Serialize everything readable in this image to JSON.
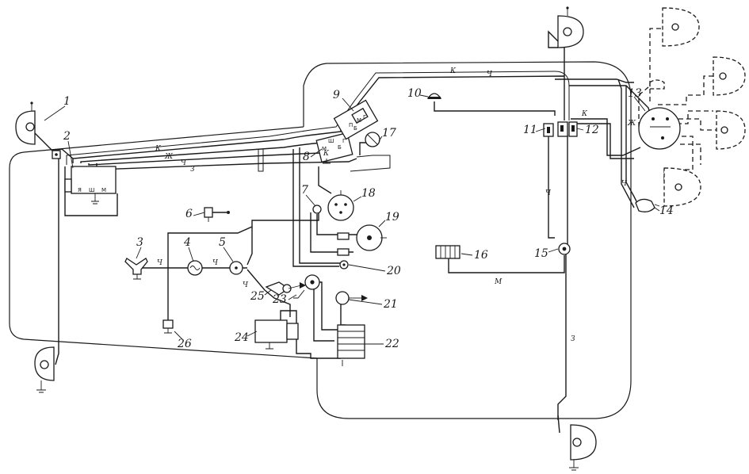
{
  "diagram": {
    "components": [
      {
        "id": "1",
        "label": "1"
      },
      {
        "id": "2",
        "label": "2"
      },
      {
        "id": "3",
        "label": "3"
      },
      {
        "id": "4",
        "label": "4"
      },
      {
        "id": "5",
        "label": "5"
      },
      {
        "id": "6",
        "label": "6"
      },
      {
        "id": "7",
        "label": "7"
      },
      {
        "id": "8",
        "label": "8"
      },
      {
        "id": "9",
        "label": "9"
      },
      {
        "id": "10",
        "label": "10"
      },
      {
        "id": "11",
        "label": "11"
      },
      {
        "id": "12",
        "label": "12"
      },
      {
        "id": "13",
        "label": "13"
      },
      {
        "id": "14",
        "label": "14"
      },
      {
        "id": "15",
        "label": "15"
      },
      {
        "id": "16",
        "label": "16"
      },
      {
        "id": "17",
        "label": "17"
      },
      {
        "id": "18",
        "label": "18"
      },
      {
        "id": "19",
        "label": "19"
      },
      {
        "id": "20",
        "label": "20"
      },
      {
        "id": "21",
        "label": "21"
      },
      {
        "id": "22",
        "label": "22"
      },
      {
        "id": "23",
        "label": "23"
      },
      {
        "id": "24",
        "label": "24"
      },
      {
        "id": "25",
        "label": "25"
      },
      {
        "id": "26",
        "label": "26"
      }
    ],
    "wire_labels": {
      "harness_k": "К",
      "harness_zh": "Ж",
      "harness_ch": "Ч",
      "harness_z": "З",
      "top_k": "К",
      "top_ch": "Ч",
      "right_k": "К",
      "right_zh": "Ж",
      "right_ch": "Ч",
      "drop_ch": "Ч",
      "gen_ch": "Ч",
      "right_z": "З",
      "center_m": "М",
      "horn_ch1": "Ч",
      "horn_ch2": "Ч",
      "lead_k": "К"
    },
    "terminal_marks": {
      "reg_ya": "Я",
      "reg_sh": "Ш",
      "reg_m": "М",
      "sw_m": "М",
      "sw_sh": "Ш",
      "sw_b": "Б",
      "sw_g": "Г",
      "lsw_p": "П",
      "lsw_m": "М",
      "lsw_g": "Г",
      "lsw_b": "Б"
    }
  }
}
